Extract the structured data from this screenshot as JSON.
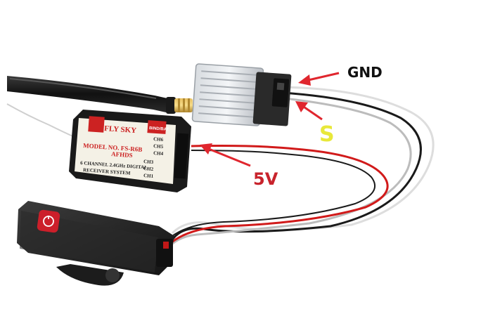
{
  "annotations": {
    "gnd_label": "GND",
    "signal_label": "S",
    "power_label": "5V"
  },
  "receiver": {
    "brand": "FLY SKY",
    "model": "MODEL NO. FS-R6B",
    "frequency": "AFHDS",
    "system_line1": "6 CHANNEL 2.4GHz DIGITAL",
    "system_line2": "RECEIVER SYSTEM",
    "bind_label": "BIND/BAT",
    "channels_right": [
      "CH6",
      "CH5",
      "CH4"
    ],
    "channels_left": [
      "CH3",
      "CH2",
      "CH1"
    ]
  },
  "colors": {
    "arrow": "#e0262e",
    "wire_red": "#d11a1a",
    "wire_black": "#1a1a1a",
    "wire_white": "#dddddd",
    "signal_text": "#e8e83a"
  }
}
